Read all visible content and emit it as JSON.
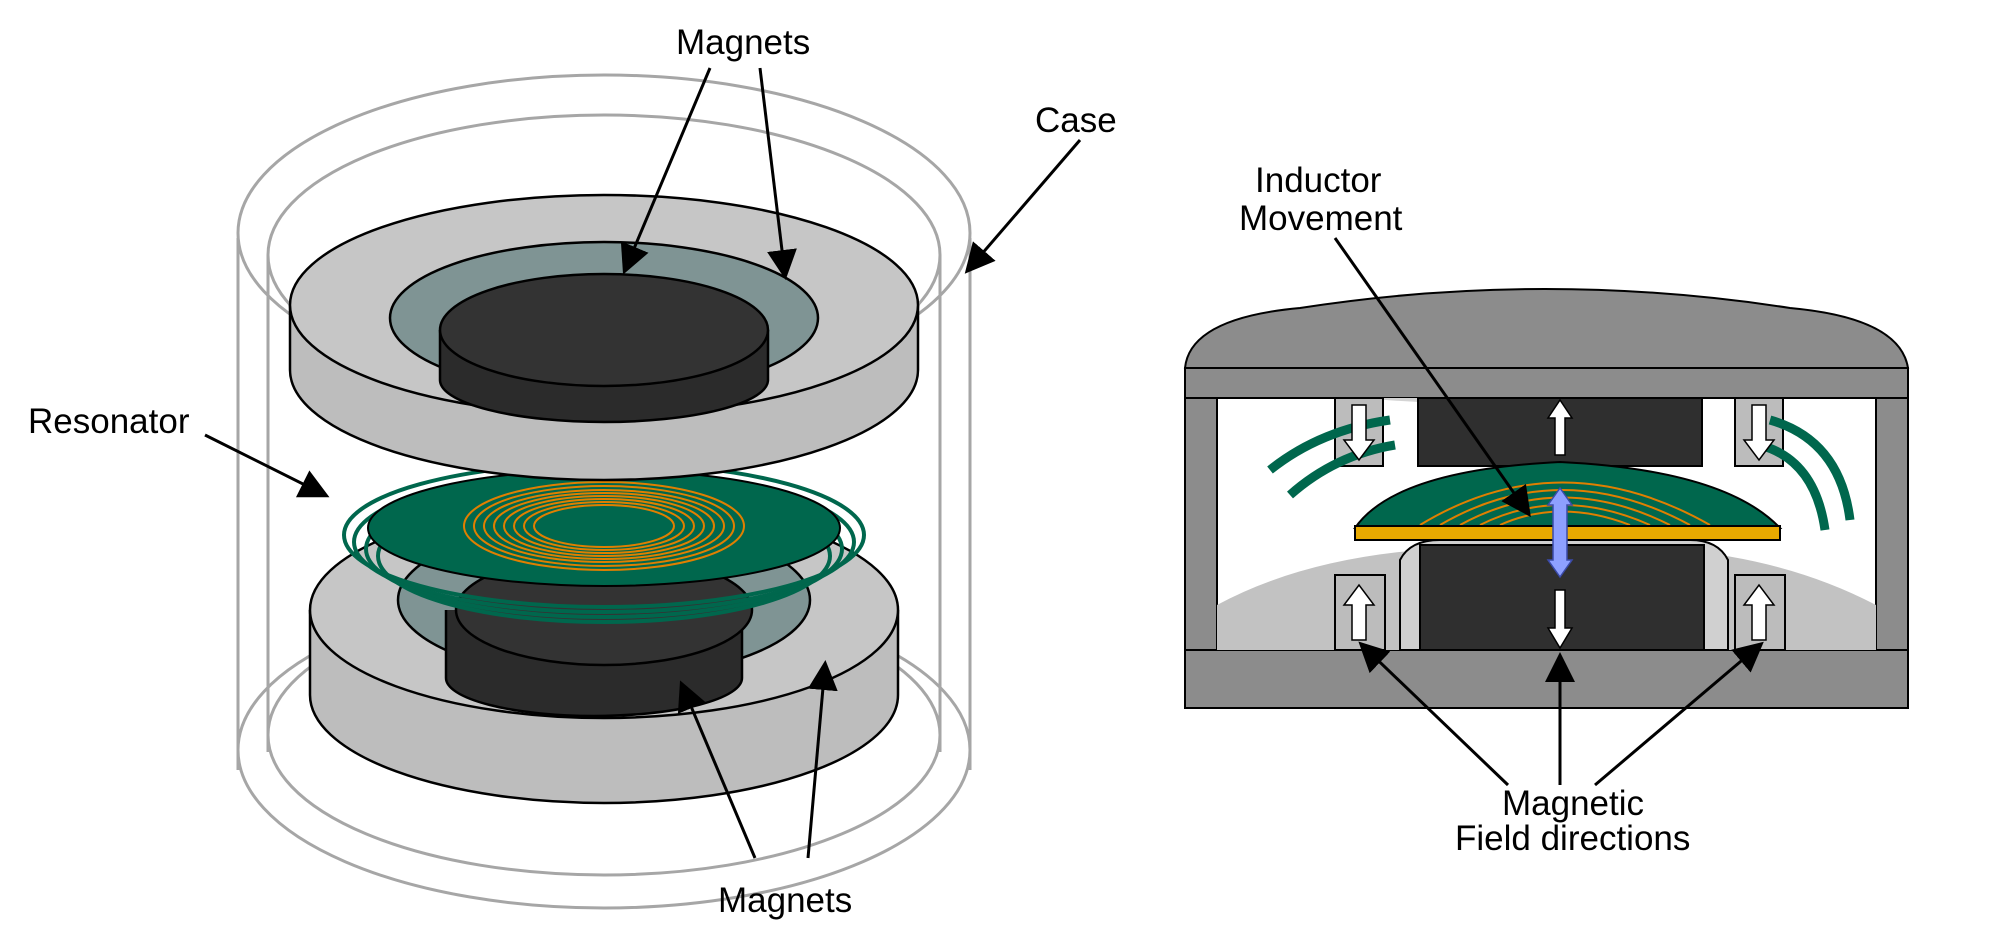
{
  "left_figure": {
    "labels": {
      "magnets_top": "Magnets",
      "case": "Case",
      "resonator": "Resonator",
      "magnets_bottom": "Magnets"
    }
  },
  "right_figure": {
    "labels": {
      "inductor_line1": "Inductor",
      "inductor_line2": "Movement",
      "field_line1": "Magnetic",
      "field_line2": "Field directions"
    }
  },
  "colors": {
    "magnet_ring": "#bdbdbd",
    "magnet_core": "#2e2e2e",
    "recess": "#7f9494",
    "pcb": "#00674d",
    "coil": "#e07f00",
    "case_line": "#a6a6a6",
    "housing": "#8c8c8c",
    "inductor_bar": "#e8a900",
    "movement_arrow": "#8ea0ff"
  }
}
